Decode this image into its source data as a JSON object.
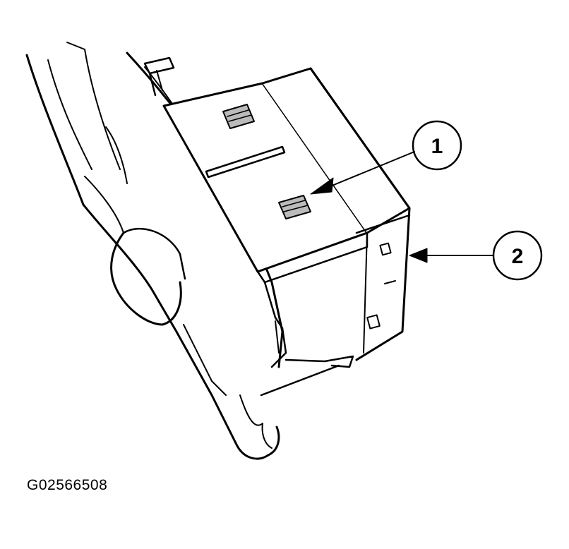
{
  "figure": {
    "id_label": "G02566508",
    "callouts": [
      {
        "number": "1",
        "target": "release-tab"
      },
      {
        "number": "2",
        "target": "switch-housing"
      }
    ]
  }
}
